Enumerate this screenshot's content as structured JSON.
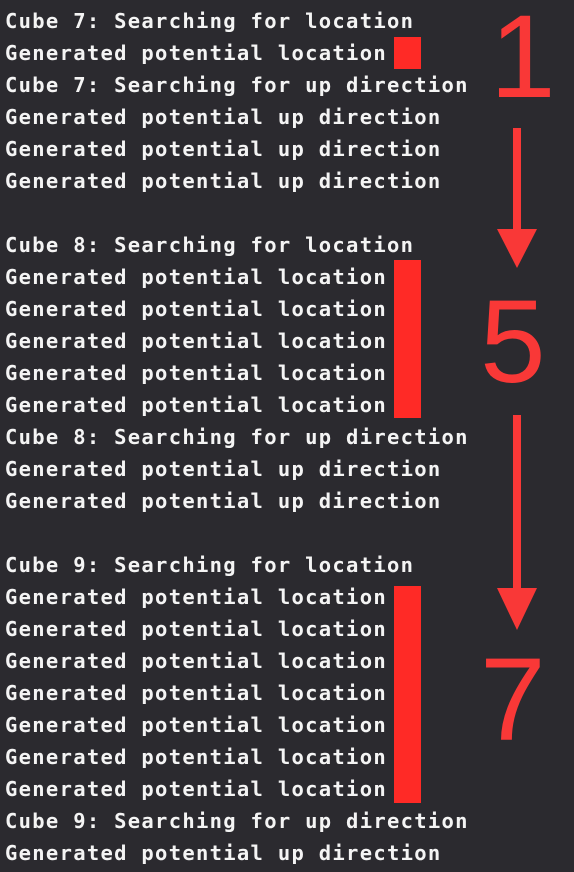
{
  "console_lines": [
    "Cube 7: Searching for location",
    "Generated potential location",
    "Cube 7: Searching for up direction",
    "Generated potential up direction",
    "Generated potential up direction",
    "Generated potential up direction",
    "",
    "Cube 8: Searching for location",
    "Generated potential location",
    "Generated potential location",
    "Generated potential location",
    "Generated potential location",
    "Generated potential location",
    "Cube 8: Searching for up direction",
    "Generated potential up direction",
    "Generated potential up direction",
    "",
    "Cube 9: Searching for location",
    "Generated potential location",
    "Generated potential location",
    "Generated potential location",
    "Generated potential location",
    "Generated potential location",
    "Generated potential location",
    "Generated potential location",
    "Cube 9: Searching for up direction",
    "Generated potential up direction"
  ],
  "annotations": {
    "counts": [
      "1",
      "5",
      "7"
    ],
    "color": "#f93837",
    "bar_color": "#ff2a26"
  }
}
